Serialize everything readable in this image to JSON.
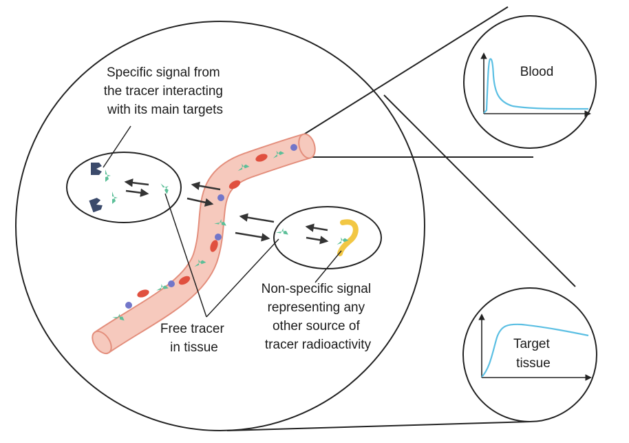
{
  "labels": {
    "specific_signal": [
      "Specific signal from",
      "the tracer interacting",
      "with its main targets"
    ],
    "free_tracer": [
      "Free tracer",
      "in tissue"
    ],
    "nonspecific_signal": [
      "Non-specific signal",
      "representing any",
      "other source of",
      "tracer radioactivity"
    ]
  },
  "insets": {
    "blood": {
      "title": "Blood"
    },
    "target": {
      "title_line1": "Target",
      "title_line2": "tissue"
    }
  },
  "colors": {
    "vessel_fill": "#f6c9bd",
    "vessel_stroke": "#e38e7c",
    "tracer": "#5cbf98",
    "target_receptor": "#3b4a6b",
    "rbc": "#e0503f",
    "wbc": "#7276c9",
    "nonspecific_binder": "#f2c744",
    "curve": "#5bbfe3",
    "arrow": "#333333",
    "outline": "#222222"
  },
  "icons": {
    "tracer": "tracer-molecule-icon",
    "receptor": "target-receptor-icon",
    "rbc": "red-blood-cell-icon",
    "wbc": "blood-cell-dot-icon",
    "binder": "nonspecific-binder-icon"
  }
}
